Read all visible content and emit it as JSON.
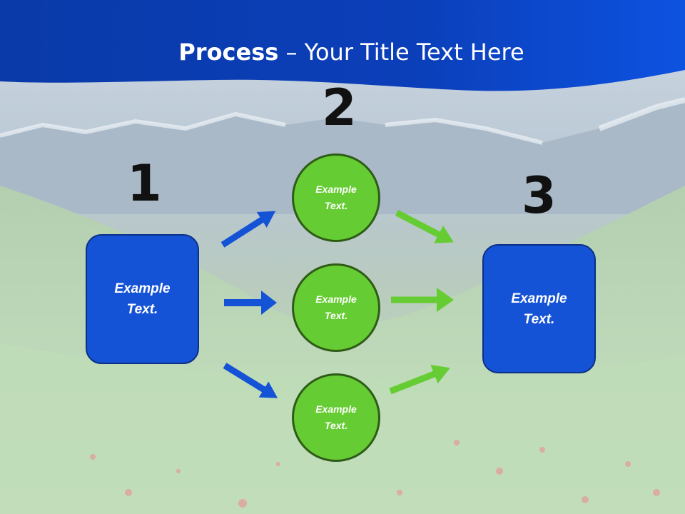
{
  "title": {
    "bold": "Process",
    "rest": " – Your Title Text Here"
  },
  "steps": [
    {
      "number": "1",
      "text_line1": "Example",
      "text_line2": "Text."
    },
    {
      "number": "2"
    },
    {
      "number": "3",
      "text_line1": "Example",
      "text_line2": "Text."
    }
  ],
  "circles": [
    {
      "text_line1": "Example",
      "text_line2": "Text."
    },
    {
      "text_line1": "Example",
      "text_line2": "Text."
    },
    {
      "text_line1": "Example",
      "text_line2": "Text."
    }
  ],
  "colors": {
    "banner": "#0b3fb9",
    "box": "#1553d6",
    "circle": "#66cc33",
    "blue_arrow": "#1553d6",
    "green_arrow": "#66cc33"
  }
}
